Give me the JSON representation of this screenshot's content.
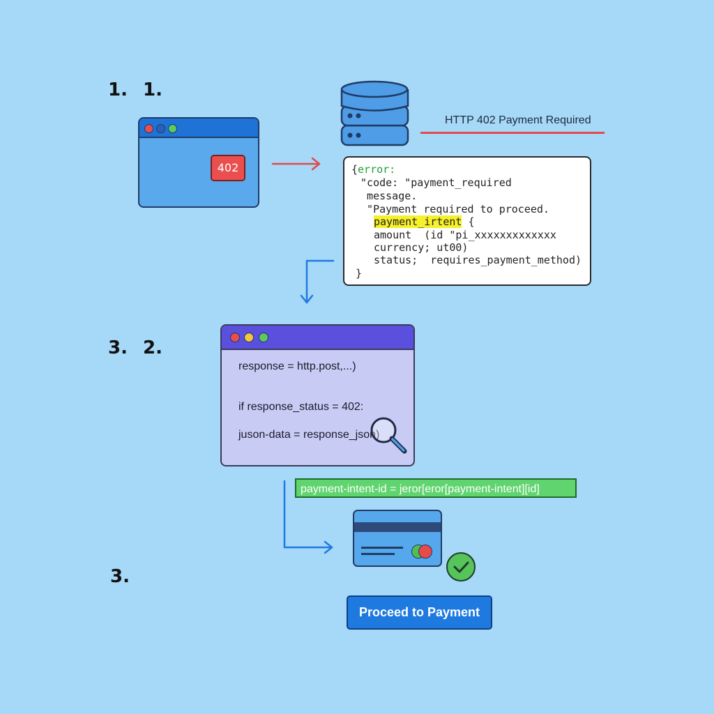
{
  "steps": {
    "s1a": "1.",
    "s1b": "1.",
    "s2a": "3.",
    "s2b": "2.",
    "s3": "3."
  },
  "browser": {
    "status_badge": "402"
  },
  "server": {
    "response_label": "HTTP 402 Payment Required"
  },
  "json_response": {
    "lines": [
      {
        "a": "{",
        "b": "error:"
      },
      {
        "text": " \"code: \"payment_required"
      },
      {
        "text": "  message."
      },
      {
        "text": "  \"Payment required to proceed."
      },
      {
        "highlight": "payment_irtent",
        "after": " {"
      },
      {
        "text": "amount  (id \"pi_xxxxxxxxxxxxx"
      },
      {
        "text": "currency; ut00)"
      },
      {
        "text": "status;  requires_payment_method)"
      },
      {
        "text": "}"
      }
    ]
  },
  "code_window": {
    "line1": "response = http.post,...)",
    "line2": "if response_status = 402:",
    "line3": "juson-data = response_json)"
  },
  "extract_line": "payment-intent-id = jeror[eror[payment-intent][id]",
  "button": {
    "label": "Proceed to Payment"
  },
  "colors": {
    "background": "#a6d8f8",
    "accent_red": "#e04b4b",
    "accent_blue": "#1f7ae0",
    "accent_green": "#60d46e",
    "highlight_yellow": "#f6f12a"
  }
}
